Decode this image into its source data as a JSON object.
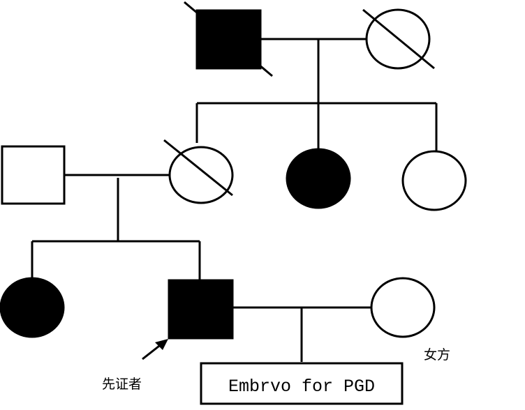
{
  "pedigree": {
    "generation_1": {
      "male": {
        "affected": true,
        "deceased": true
      },
      "female": {
        "affected": false,
        "deceased": true
      }
    },
    "generation_2": {
      "spouse_male": {
        "affected": false,
        "deceased": false
      },
      "daughter_1": {
        "affected": false,
        "deceased": true
      },
      "daughter_2": {
        "affected": true,
        "deceased": false
      },
      "daughter_3": {
        "affected": false,
        "deceased": false
      }
    },
    "generation_3": {
      "daughter": {
        "affected": true,
        "deceased": false
      },
      "proband": {
        "affected": true,
        "deceased": false,
        "label": "先证者"
      },
      "spouse_female": {
        "affected": false,
        "deceased": false,
        "label": "女方"
      }
    },
    "offspring_box": {
      "label": "Embrvo for PGD"
    }
  },
  "colors": {
    "line": "#000000",
    "affected_fill": "#000000",
    "unaffected_fill": "#ffffff"
  }
}
